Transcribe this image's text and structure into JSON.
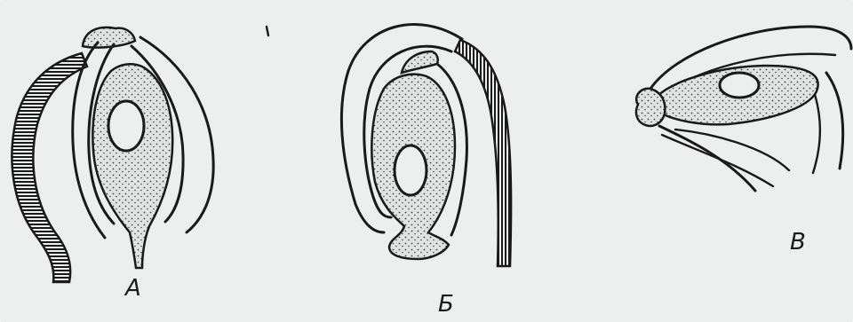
{
  "figure": {
    "panels": [
      {
        "id": "A",
        "label": "А"
      },
      {
        "id": "B",
        "label": "Б"
      },
      {
        "id": "C",
        "label": "В"
      }
    ]
  },
  "colors": {
    "background": "#ecefed",
    "ink": "#1a1a1a",
    "stipple": "#d6dbd8"
  }
}
